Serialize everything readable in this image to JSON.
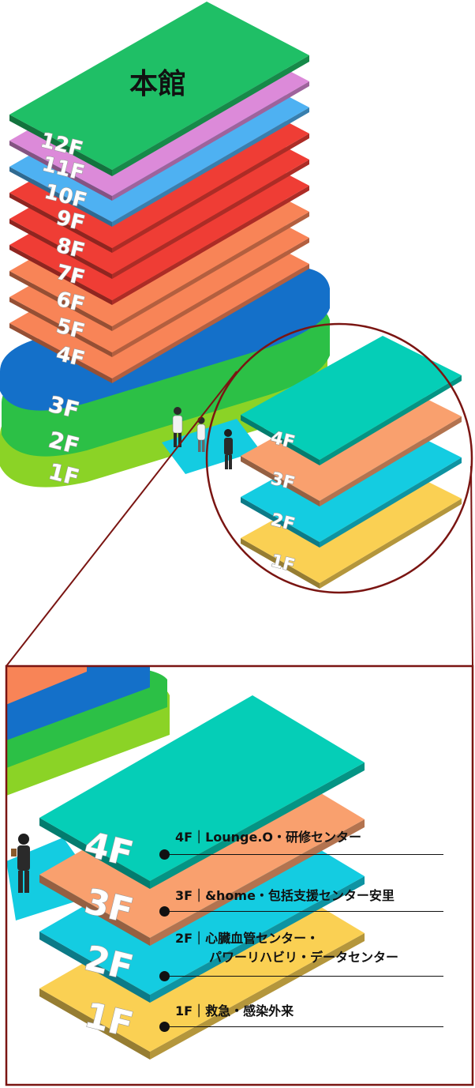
{
  "main_building": {
    "title": "本館",
    "floors": [
      {
        "label": "12F",
        "color": "#1fbf66"
      },
      {
        "label": "11F",
        "color": "#dc8ad9"
      },
      {
        "label": "10F",
        "color": "#4eb1f2"
      },
      {
        "label": "9F",
        "color": "#ef3d35"
      },
      {
        "label": "8F",
        "color": "#ef3d35"
      },
      {
        "label": "7F",
        "color": "#ef3d35"
      },
      {
        "label": "6F",
        "color": "#f88457"
      },
      {
        "label": "5F",
        "color": "#f88457"
      },
      {
        "label": "4F",
        "color": "#f88457"
      },
      {
        "label": "3F",
        "color": "#1470c9"
      },
      {
        "label": "2F",
        "color": "#2cc046"
      },
      {
        "label": "1F",
        "color": "#8bd326"
      }
    ]
  },
  "annex": {
    "floors": [
      {
        "label": "4F",
        "color": "#05ceb7"
      },
      {
        "label": "3F",
        "color": "#f9a06e"
      },
      {
        "label": "2F",
        "color": "#14cce1"
      },
      {
        "label": "1F",
        "color": "#fad053"
      }
    ]
  },
  "legend": [
    {
      "floor": "4F",
      "lines": [
        "4F｜Lounge.O・研修センター"
      ]
    },
    {
      "floor": "3F",
      "lines": [
        "3F｜&home・包括支援センター安里"
      ]
    },
    {
      "floor": "2F",
      "lines": [
        "2F｜心臓血管センター・",
        "パワーリハビリ・データセンター"
      ]
    },
    {
      "floor": "1F",
      "lines": [
        "1F｜救急・感染外来"
      ]
    }
  ],
  "highlight_color": "#7a1512"
}
